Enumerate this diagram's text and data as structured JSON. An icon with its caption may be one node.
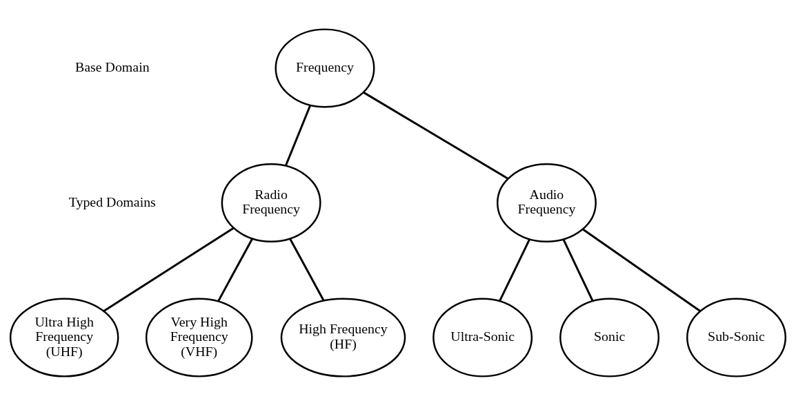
{
  "diagram": {
    "nodes": [
      {
        "text": [
          "Frequency"
        ]
      },
      {
        "text": [
          "Radio Frequency"
        ]
      },
      {
        "text": [
          "Audio Frequency"
        ]
      },
      {
        "text": [
          "Ultra High Frequency (UHF)"
        ]
      },
      {
        "text": [
          "Very High Frequency (VHF)"
        ]
      },
      {
        "text": [
          "High Frequency (HF)"
        ]
      },
      {
        "text": [
          "Ultra-Sonic"
        ]
      },
      {
        "text": [
          "Sonic"
        ]
      },
      {
        "text": [
          "Sub-Sonic"
        ]
      }
    ],
    "edges": [
      {
        "from": 0,
        "to": 1,
        "arrow": "none"
      },
      {
        "from": 0,
        "to": 2,
        "arrow": "none"
      },
      {
        "from": 1,
        "to": 3,
        "arrow": "none"
      },
      {
        "from": 1,
        "to": 4,
        "arrow": "none"
      },
      {
        "from": 1,
        "to": 5,
        "arrow": "none"
      },
      {
        "from": 2,
        "to": 6,
        "arrow": "none"
      },
      {
        "from": 2,
        "to": 7,
        "arrow": "none"
      },
      {
        "from": 2,
        "to": 8,
        "arrow": "none"
      }
    ],
    "labels": [
      "Base Domain",
      "Typed Domains"
    ]
  }
}
